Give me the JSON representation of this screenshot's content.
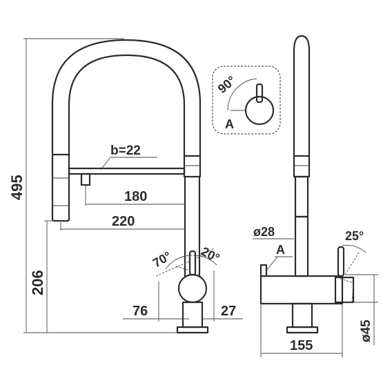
{
  "dimensions": {
    "total_height": "495",
    "spout_height": "206",
    "pipe_width": "b=22",
    "reach_180": "180",
    "reach_220": "220",
    "angle_70": "70°",
    "angle_20": "20°",
    "width_76": "76",
    "width_27": "27",
    "body_diameter": "ø28",
    "angle_25": "25°",
    "point_a_side": "A",
    "base_width": "155",
    "base_diameter": "ø45"
  },
  "detail": {
    "angle": "90°",
    "point_a": "A"
  }
}
